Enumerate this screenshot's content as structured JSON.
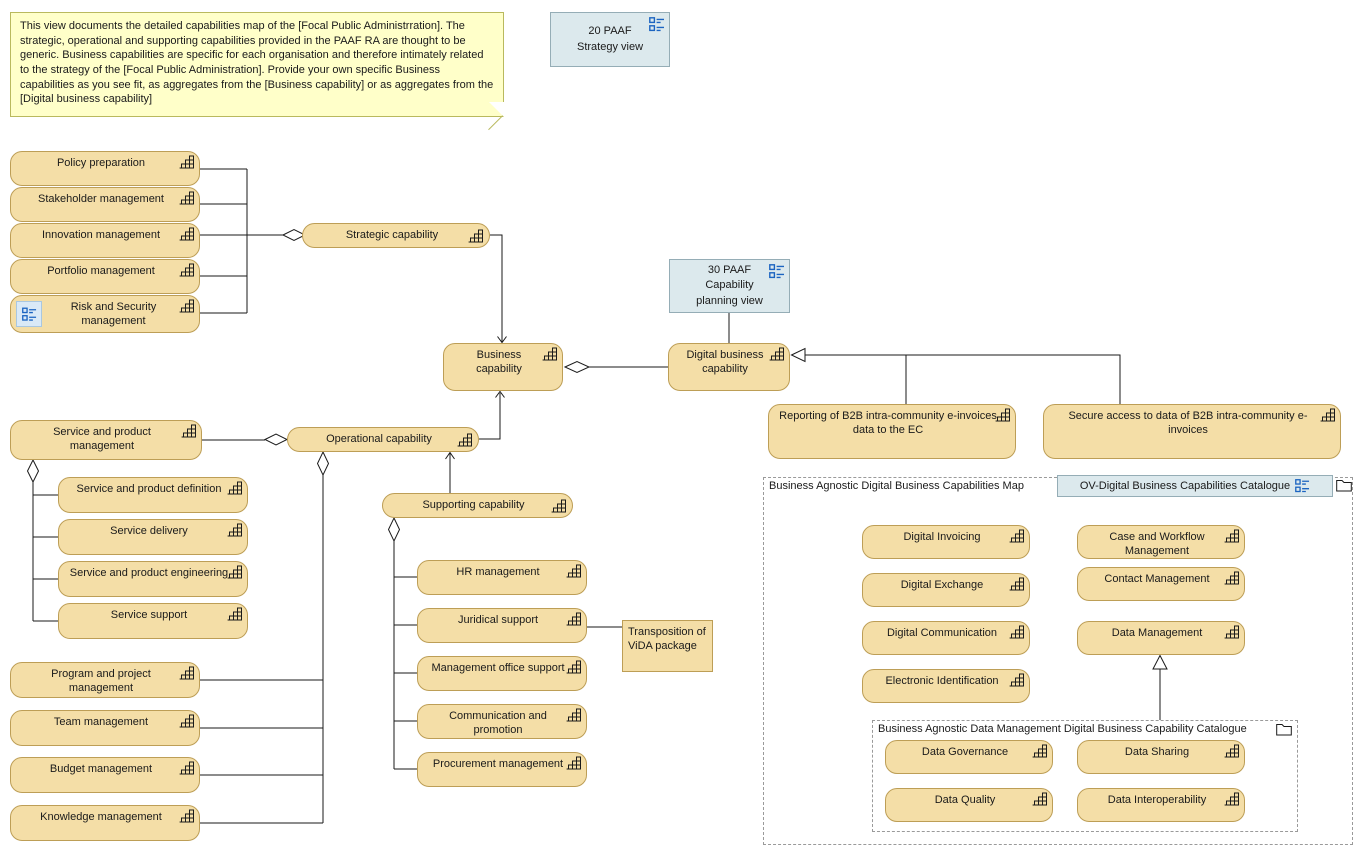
{
  "note": {
    "text": "This view documents the detailed capabilities map of the [Focal Public Administrration]. The strategic, operational and supporting capabilities provided in the PAAF RA are thought to be generic. Business capabilities are specific for each organisation and therefore intimately related to the strategy of the [Focal Public Administration]. Provide your own specific Business capabilities as you see fit, as aggregates from the [Business capability] or as aggregates from the [Digital business capability]"
  },
  "views": {
    "strategy": "20 PAAF\nStrategy view",
    "planning": "30 PAAF\nCapability\nplanning view",
    "catalogue": "OV-Digital Business Capabilities Catalogue"
  },
  "capabilities": {
    "strategic_children": [
      "Policy preparation",
      "Stakeholder management",
      "Innovation management",
      "Portfolio management",
      "Risk and Security management"
    ],
    "strategic": "Strategic capability",
    "business": "Business capability",
    "digital_business": "Digital business capability",
    "operational": "Operational capability",
    "supporting": "Supporting capability",
    "digital_specializations": [
      "Reporting of B2B intra-community e-invoices data to the EC",
      "Secure access to data of B2B intra-community e-invoices"
    ],
    "service_parent": "Service and product management",
    "service_children": [
      "Service and product definition",
      "Service delivery",
      "Service and product engineering",
      "Service support"
    ],
    "operational_children": [
      "Program and project management",
      "Team management",
      "Budget management",
      "Knowledge management"
    ],
    "supporting_children": [
      "HR management",
      "Juridical support",
      "Management office support",
      "Communication and promotion",
      "Procurement management"
    ],
    "map_left": [
      "Digital Invoicing",
      "Digital Exchange",
      "Digital Communication",
      "Electronic Identification"
    ],
    "map_right": [
      "Case and Workflow Management",
      "Contact Management",
      "Data Management"
    ],
    "data_children": [
      "Data Governance",
      "Data Sharing",
      "Data Quality",
      "Data Interoperability"
    ]
  },
  "annotations": {
    "vida": "Transposition of ViDA package"
  },
  "groups": {
    "map_title": "Business Agnostic Digital Business Capabilities Map",
    "data_title": "Business Agnostic Data Management Digital Business Capability Catalogue"
  },
  "icons": {
    "capability": "capability-staircase-icon",
    "view": "view-diagram-icon",
    "folder": "folder-icon"
  },
  "colors": {
    "capability_fill": "#F4DEA7",
    "capability_border": "#BD9E56",
    "view_fill": "#DCE9ED",
    "view_border": "#95ADB6",
    "view_icon_blue": "#1B64C1",
    "note_fill": "#FFFFC9",
    "note_border": "#B9B95E",
    "group_border": "#9A9A9A",
    "line": "#1A1A1A"
  }
}
